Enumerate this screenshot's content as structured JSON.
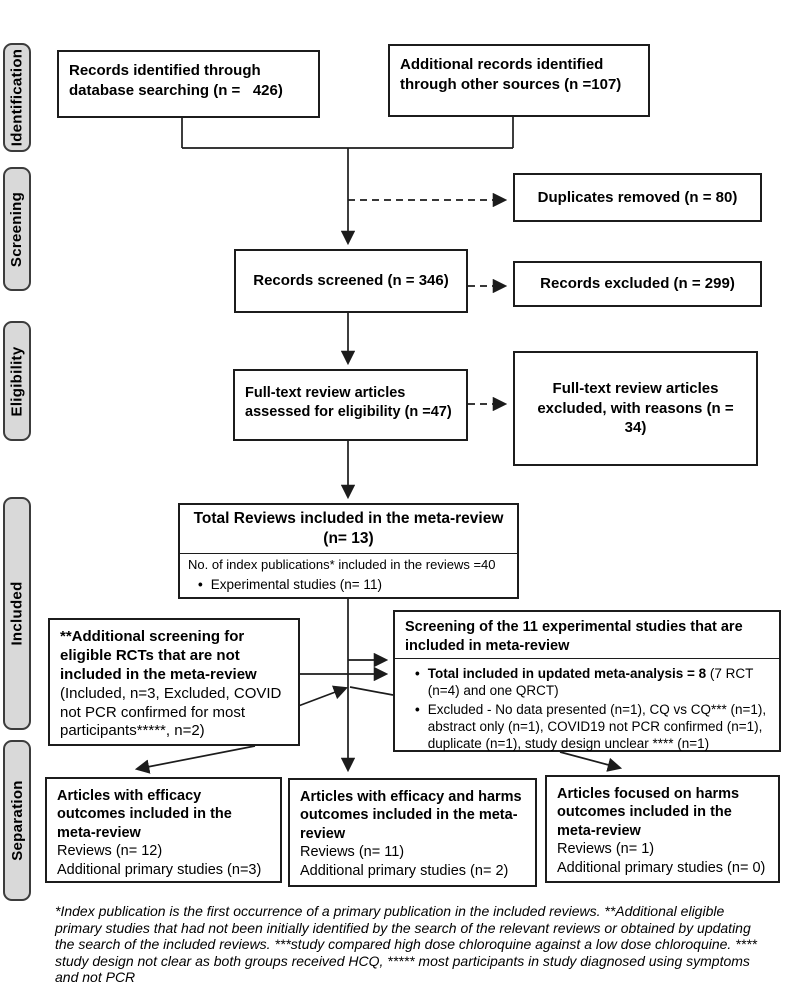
{
  "colors": {
    "line": "#1c1c1c",
    "tab_fill": "#d9d9d9",
    "box_fill": "#ffffff"
  },
  "sidebar": {
    "stages": [
      {
        "label": "Identification"
      },
      {
        "label": "Screening"
      },
      {
        "label": "Eligibility"
      },
      {
        "label": "Included"
      },
      {
        "label": "Separation"
      }
    ]
  },
  "flow": {
    "identification": {
      "database": "Records identified through database searching (n =   426)",
      "other_sources": "Additional records identified through other sources (n =107)"
    },
    "screening": {
      "duplicates": "Duplicates removed (n = 80)",
      "screened": "Records screened (n = 346)",
      "excluded": "Records excluded (n = 299)"
    },
    "eligibility": {
      "assessed": "Full-text review articles assessed for eligibility (n =47)",
      "excluded": "Full-text review articles excluded, with reasons (n = 34)"
    },
    "included": {
      "total": {
        "title": "Total Reviews included in the meta-review (n= 13)",
        "subtitle": "No. of index publications* included in the reviews =40",
        "bullet": "Experimental studies (n= 11)"
      },
      "additional_screening": {
        "heading": "**Additional screening for eligible RCTs that are not included in the meta-review",
        "details": "(Included, n=3, Excluded, COVID not PCR confirmed for most participants*****, n=2)"
      },
      "experimental_screening": {
        "title": "Screening of the 11 experimental studies that are included in meta-review",
        "bullet1_lead": "Total included in updated meta-analysis  = 8",
        "bullet1_rest": " (7 RCT (n=4) and one QRCT)",
        "bullet2": "Excluded - No data presented (n=1), CQ vs CQ*** (n=1), abstract only (n=1), COVID19 not PCR confirmed (n=1), duplicate (n=1), study design unclear **** (n=1)"
      }
    },
    "separation": {
      "efficacy": {
        "title": "Articles with efficacy outcomes included in the meta-review",
        "reviews": "Reviews (n= 12)",
        "additional": "Additional primary studies (n=3)"
      },
      "efficacy_harms": {
        "title": "Articles with efficacy and harms outcomes included in the meta-review",
        "reviews": "Reviews (n= 11)",
        "additional": "Additional primary studies (n= 2)"
      },
      "harms": {
        "title": "Articles focused on harms outcomes included in the meta-review",
        "reviews": "Reviews (n= 1)",
        "additional": "Additional primary studies (n= 0)"
      }
    }
  },
  "footnote": "*Index publication is the first occurrence of a primary publication in the included reviews. **Additional eligible primary studies that had not been initially identified by the search of the relevant reviews or obtained by updating the search of the included reviews. ***study compared high dose chloroquine against a low dose chloroquine. **** study design not clear as both groups received HCQ, ***** most participants in study diagnosed using symptoms and not PCR"
}
